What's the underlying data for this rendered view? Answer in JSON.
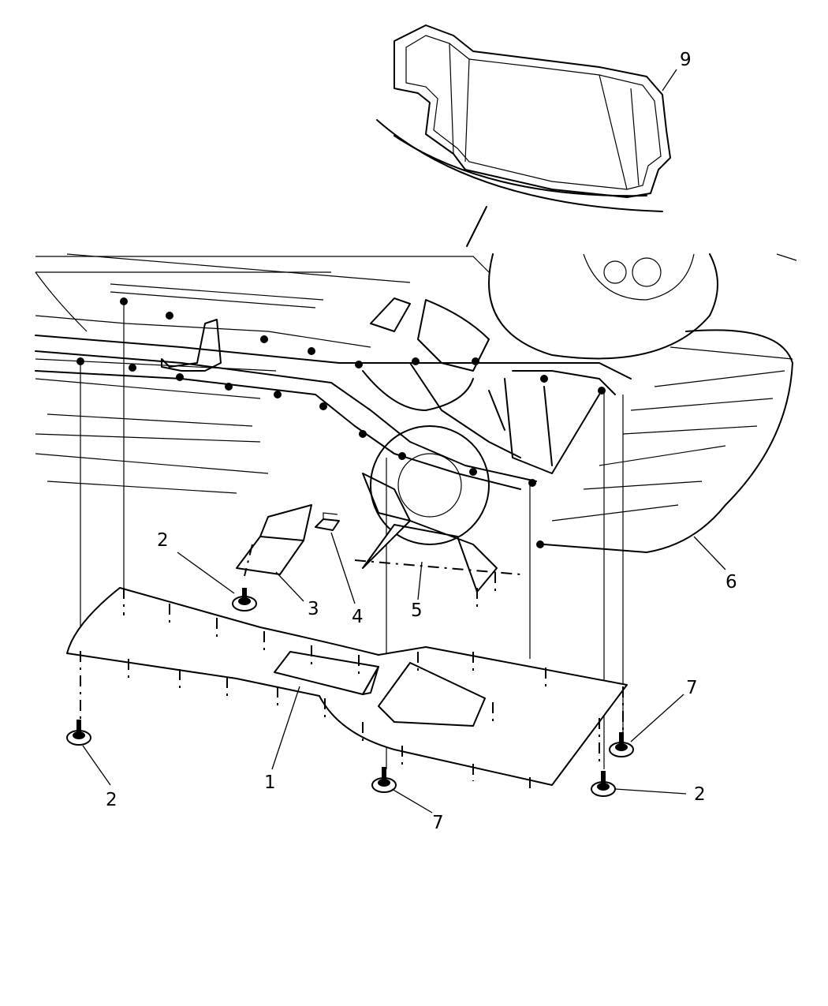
{
  "diagram": {
    "callouts": [
      {
        "id": "c9",
        "label": "9"
      },
      {
        "id": "c2a",
        "label": "2"
      },
      {
        "id": "c3",
        "label": "3"
      },
      {
        "id": "c4",
        "label": "4"
      },
      {
        "id": "c5",
        "label": "5"
      },
      {
        "id": "c6",
        "label": "6"
      },
      {
        "id": "c7a",
        "label": "7"
      },
      {
        "id": "c1",
        "label": "1"
      },
      {
        "id": "c2b",
        "label": "2"
      },
      {
        "id": "c7b",
        "label": "7"
      },
      {
        "id": "c2c",
        "label": "2"
      }
    ]
  }
}
